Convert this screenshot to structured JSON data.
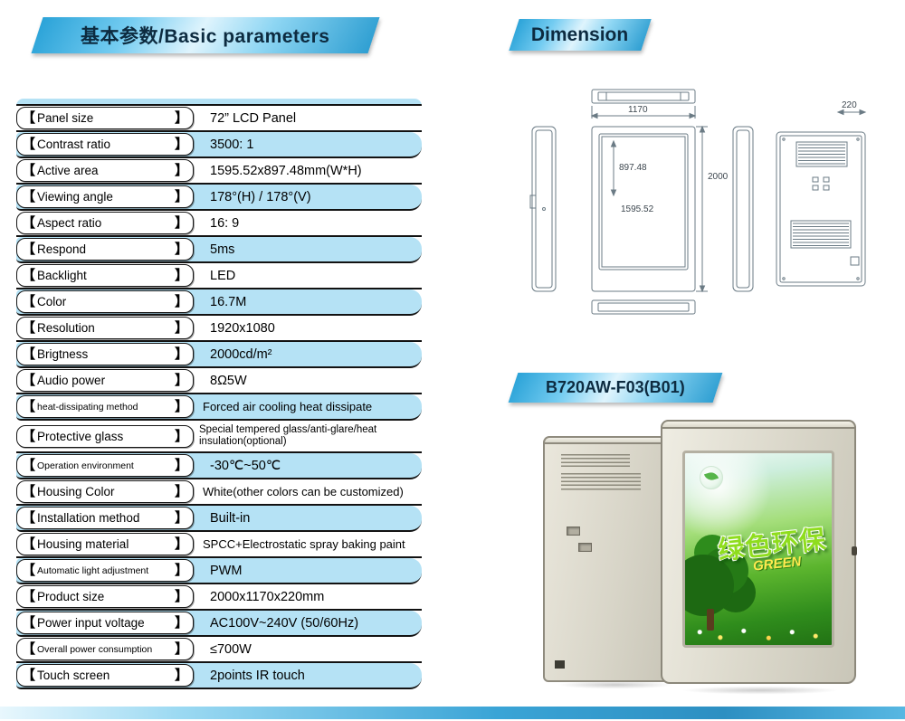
{
  "banners": {
    "basic_parameters": "基本参数/Basic parameters",
    "dimension": "Dimension",
    "model": "B720AW-F03(B01)"
  },
  "brackets": {
    "open": "【",
    "close": "】"
  },
  "parameters": [
    {
      "label": "Panel size",
      "value": "72”  LCD Panel"
    },
    {
      "label": "Contrast ratio",
      "value": "3500: 1"
    },
    {
      "label": "Active area",
      "value": "1595.52x897.48mm(W*H)"
    },
    {
      "label": "Viewing angle",
      "value": "178°(H) / 178°(V)"
    },
    {
      "label": "Aspect ratio",
      "value": "16: 9"
    },
    {
      "label": "Respond",
      "value": "5ms"
    },
    {
      "label": "Backlight",
      "value": "LED"
    },
    {
      "label": "Color",
      "value": "16.7M"
    },
    {
      "label": "Resolution",
      "value": "1920x1080"
    },
    {
      "label": "Brigtness",
      "value": "2000cd/m²"
    },
    {
      "label": "Audio power",
      "value": "8Ω5W"
    },
    {
      "label": "heat-dissipating method",
      "value": "Forced air cooling heat dissipate"
    },
    {
      "label": "Protective glass",
      "value": "Special tempered glass/anti-glare/heat insulation(optional)"
    },
    {
      "label": "Operation environment",
      "value": "-30℃~50℃"
    },
    {
      "label": "Housing Color",
      "value": "White(other colors can be customized)"
    },
    {
      "label": "Installation method",
      "value": "Built-in"
    },
    {
      "label": "Housing material",
      "value": "SPCC+Electrostatic spray baking paint"
    },
    {
      "label": "Automatic light adjustment",
      "value": "PWM"
    },
    {
      "label": "Product size",
      "value": "2000x1170x220mm"
    },
    {
      "label": "Power input voltage",
      "value": "AC100V~240V  (50/60Hz)"
    },
    {
      "label": "Overall power consumption",
      "value": "≤700W"
    },
    {
      "label": "Touch screen",
      "value": "2points IR touch"
    }
  ],
  "dimensions": {
    "width": "1170",
    "depth": "220",
    "screen_height": "897.48",
    "screen_width": "1595.52",
    "height": "2000"
  },
  "product": {
    "screen_text_cn": "绿色环保",
    "screen_text_en": "GREEN"
  },
  "colors": {
    "row_blue": "#b5e2f5",
    "banner_blue": "#74ccf1",
    "text_dark": "#0d2b40",
    "kiosk_beige": "#d8d5c8",
    "screen_green": "#5cb52e"
  }
}
